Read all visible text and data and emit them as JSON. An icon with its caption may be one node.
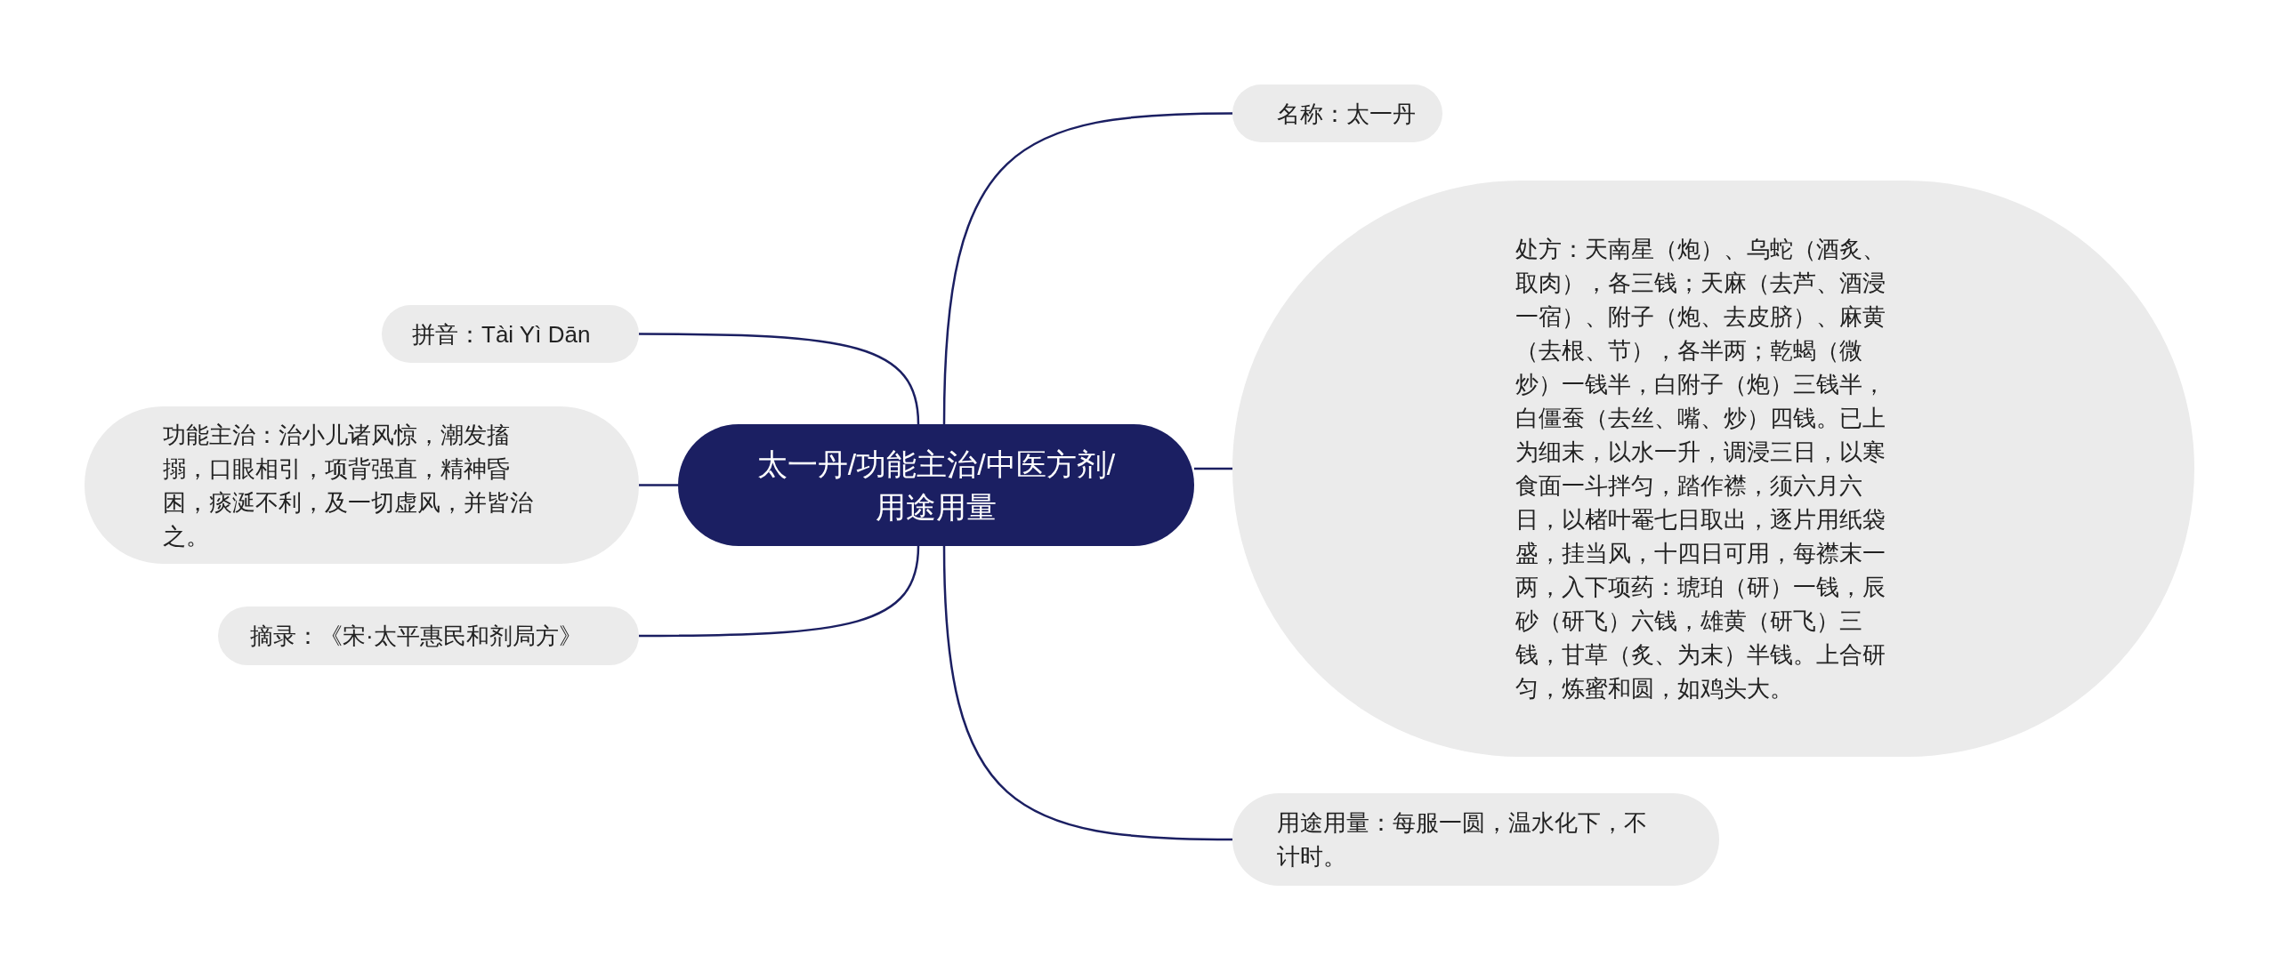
{
  "diagram": {
    "nodes": [
      {
        "text": [
          "太一丹/功能主治/中医方剂/用途用量"
        ]
      },
      {
        "text": [
          "名称：太一丹"
        ]
      },
      {
        "text": [
          "处方：天南星（炮）、乌蛇（酒炙、取肉），各三钱；天麻（去芦、酒浸一宿）、附子（炮、去皮脐）、麻黄（去根、节），各半两；乾蝎（微炒）一钱半，白附子（炮）三钱半，白僵蚕（去丝、嘴、炒）四钱。已上为细末，以水一升，调浸三日，以寒食面一斗拌匀，踏作襟，须六月六日，以楮叶罨七日取出，逐片用纸袋盛，挂当风，十四日可用，每襟末一两，入下项药：琥珀（研）一钱，辰砂（研飞）六钱，雄黄（研飞）三钱，甘草（炙、为末）半钱。上合研匀，炼蜜和圆，如鸡头大。"
        ]
      },
      {
        "text": [
          "用途用量：每服一圆，温水化下，不计时。"
        ]
      },
      {
        "text": [
          "拼音：Tài Yì Dān"
        ]
      },
      {
        "text": [
          "功能主治：治小儿诸风惊，潮发搐搦，口眼相引，项背强直，精神昏困，痰涎不利，及一切虚风，并皆治之。"
        ]
      },
      {
        "text": [
          "摘录：《宋·太平惠民和剂局方》"
        ]
      }
    ],
    "edges": [
      {
        "from": 0,
        "to": 1,
        "arrow": "none"
      },
      {
        "from": 0,
        "to": 2,
        "arrow": "none"
      },
      {
        "from": 0,
        "to": 3,
        "arrow": "none"
      },
      {
        "from": 0,
        "to": 4,
        "arrow": "none"
      },
      {
        "from": 0,
        "to": 5,
        "arrow": "none"
      },
      {
        "from": 0,
        "to": 6,
        "arrow": "none"
      }
    ]
  }
}
